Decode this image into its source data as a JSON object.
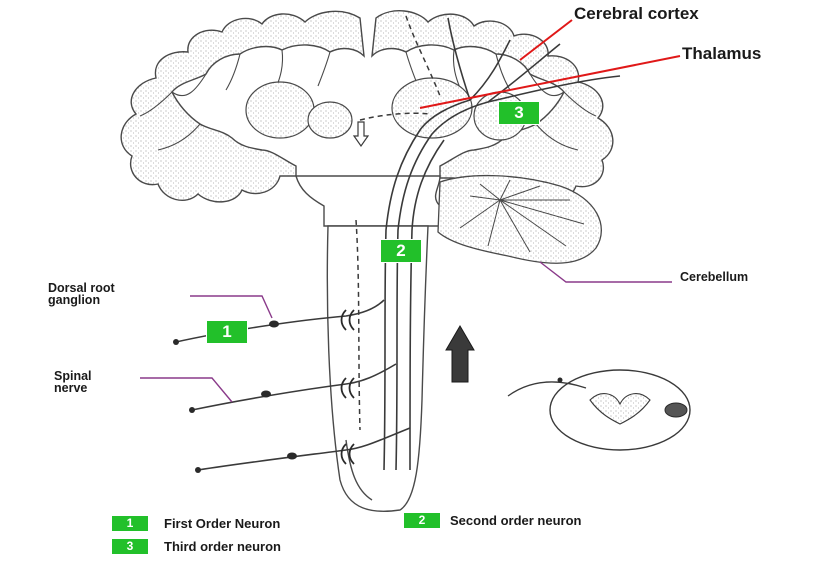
{
  "labels": {
    "cerebral_cortex": "Cerebral cortex",
    "thalamus": "Thalamus",
    "cerebellum": "Cerebellum",
    "dorsal_root_ganglion_line1": "Dorsal root",
    "dorsal_root_ganglion_line2": "ganglion",
    "spinal_nerve_line1": "Spinal",
    "spinal_nerve_line2": "nerve"
  },
  "badges": {
    "first": "1",
    "second": "2",
    "third": "3"
  },
  "legend": {
    "items": [
      {
        "number": "1",
        "text": "First Order Neuron"
      },
      {
        "number": "2",
        "text": "Second order neuron"
      },
      {
        "number": "3",
        "text": "Third order neuron"
      }
    ]
  },
  "colors": {
    "badge_green": "#22c02a",
    "pointer_red": "#e01818",
    "pointer_purple": "#8a3a8a",
    "ink": "#3a3a3a"
  }
}
